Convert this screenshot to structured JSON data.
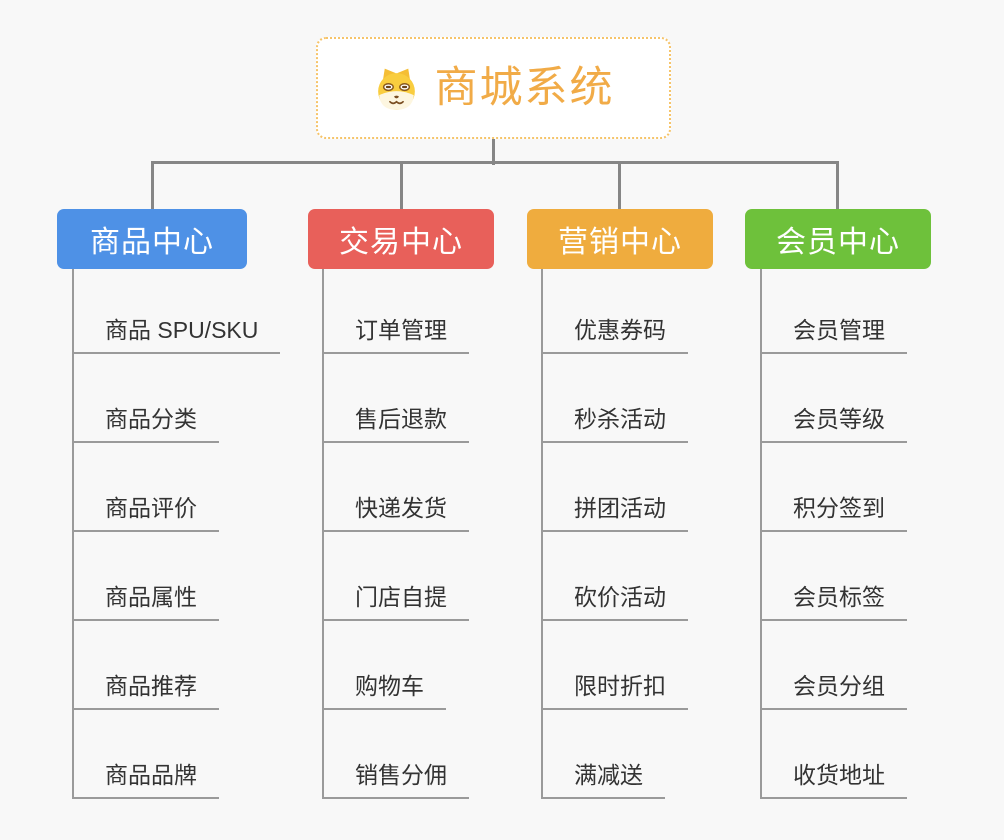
{
  "root": {
    "title": "商城系统",
    "icon": "dog-face-icon",
    "border_color": "#f6c46a",
    "title_color": "#f1ab47"
  },
  "connector_color": "#868686",
  "background_color": "#f8f8f8",
  "branches": [
    {
      "label": "商品中心",
      "color": "#4e91e6",
      "items": [
        "商品 SPU/SKU",
        "商品分类",
        "商品评价",
        "商品属性",
        "商品推荐",
        "商品品牌"
      ]
    },
    {
      "label": "交易中心",
      "color": "#e8605a",
      "items": [
        "订单管理",
        "售后退款",
        "快递发货",
        "门店自提",
        "购物车",
        "销售分佣"
      ]
    },
    {
      "label": "营销中心",
      "color": "#efac3e",
      "items": [
        "优惠券码",
        "秒杀活动",
        "拼团活动",
        "砍价活动",
        "限时折扣",
        "满减送"
      ]
    },
    {
      "label": "会员中心",
      "color": "#6ec13b",
      "items": [
        "会员管理",
        "会员等级",
        "积分签到",
        "会员标签",
        "会员分组",
        "收货地址"
      ]
    }
  ]
}
